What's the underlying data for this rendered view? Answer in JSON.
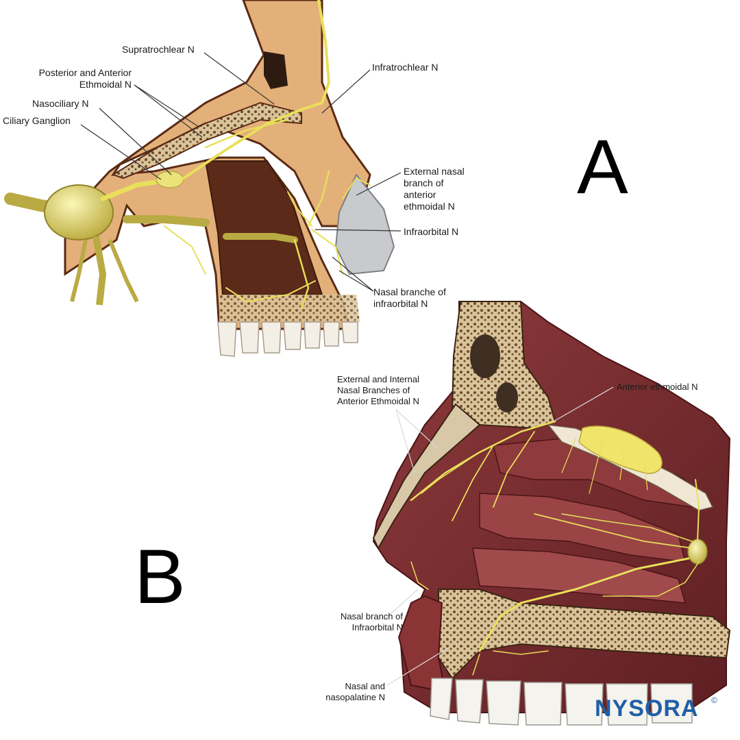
{
  "panel_a": {
    "letter": "A",
    "labels": {
      "supratrochlear": "Supratrochlear N",
      "post_ant_ethmoidal": "Posterior and Anterior\nEthmoidal N",
      "nasociliary": "Nasociliary N",
      "ciliary_ganglion": "Ciliary Ganglion",
      "infratrochlear": "Infratrochlear N",
      "external_nasal_branch": "External nasal\nbranch of\nanterior\nethmoidal N",
      "infraorbital": "Infraorbital N",
      "nasal_branche_infraorbital": "Nasal branche of\ninfraorbital N"
    }
  },
  "panel_b": {
    "letter": "B",
    "labels": {
      "ext_int_nasal_branches": "External and Internal\nNasal Branches of\nAnterior Ethmoidal N",
      "anterior_ethmoidal": "Anterior ethmoidal N",
      "nasal_branch_infraorbital": "Nasal branch of\nInfraorbital N",
      "nasal_nasopalatine": "Nasal and\nnasopalatine N"
    }
  },
  "watermark": {
    "brand": "NYSORA",
    "copyright": "©"
  },
  "colors": {
    "nerve": "#e8df5a",
    "bone": "#e9c79a",
    "bone_dark": "#6b3a1e",
    "mucosa": "#7a2a2c",
    "cartilage": "#b9bcc0",
    "brand": "#1f5fa8"
  }
}
